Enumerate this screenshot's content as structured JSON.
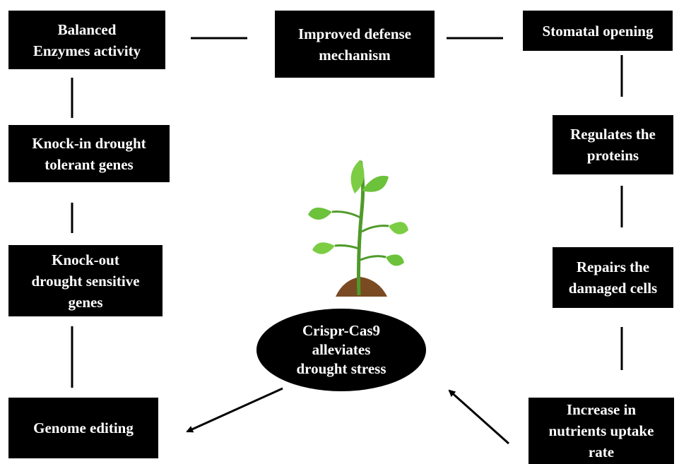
{
  "center": {
    "lines": [
      "Crispr-Cas9",
      "alleviates",
      "drought stress"
    ]
  },
  "boxes": {
    "balanced": {
      "lines": [
        "Balanced",
        "Enzymes activity"
      ]
    },
    "defense": {
      "lines": [
        "Improved defense",
        "mechanism"
      ]
    },
    "stomatal": {
      "lines": [
        "Stomatal opening"
      ]
    },
    "knockin": {
      "lines": [
        "Knock-in drought",
        "tolerant genes"
      ]
    },
    "regulates": {
      "lines": [
        "Regulates the",
        "proteins"
      ]
    },
    "knockout": {
      "lines": [
        "Knock-out",
        "drought sensitive",
        "genes"
      ]
    },
    "repairs": {
      "lines": [
        "Repairs the",
        "damaged cells"
      ]
    },
    "genome": {
      "lines": [
        "Genome editing"
      ]
    },
    "increase": {
      "lines": [
        "Increase in",
        "nutrients uptake",
        "rate"
      ]
    }
  },
  "colors": {
    "box_fill": "#000000",
    "box_text": "#ffffff",
    "connector": "#000000",
    "leaf": "#6cc23a",
    "stem": "#4f9a2a",
    "soil": "#7a4a22"
  },
  "icons": {
    "plant": "seedling-icon"
  }
}
